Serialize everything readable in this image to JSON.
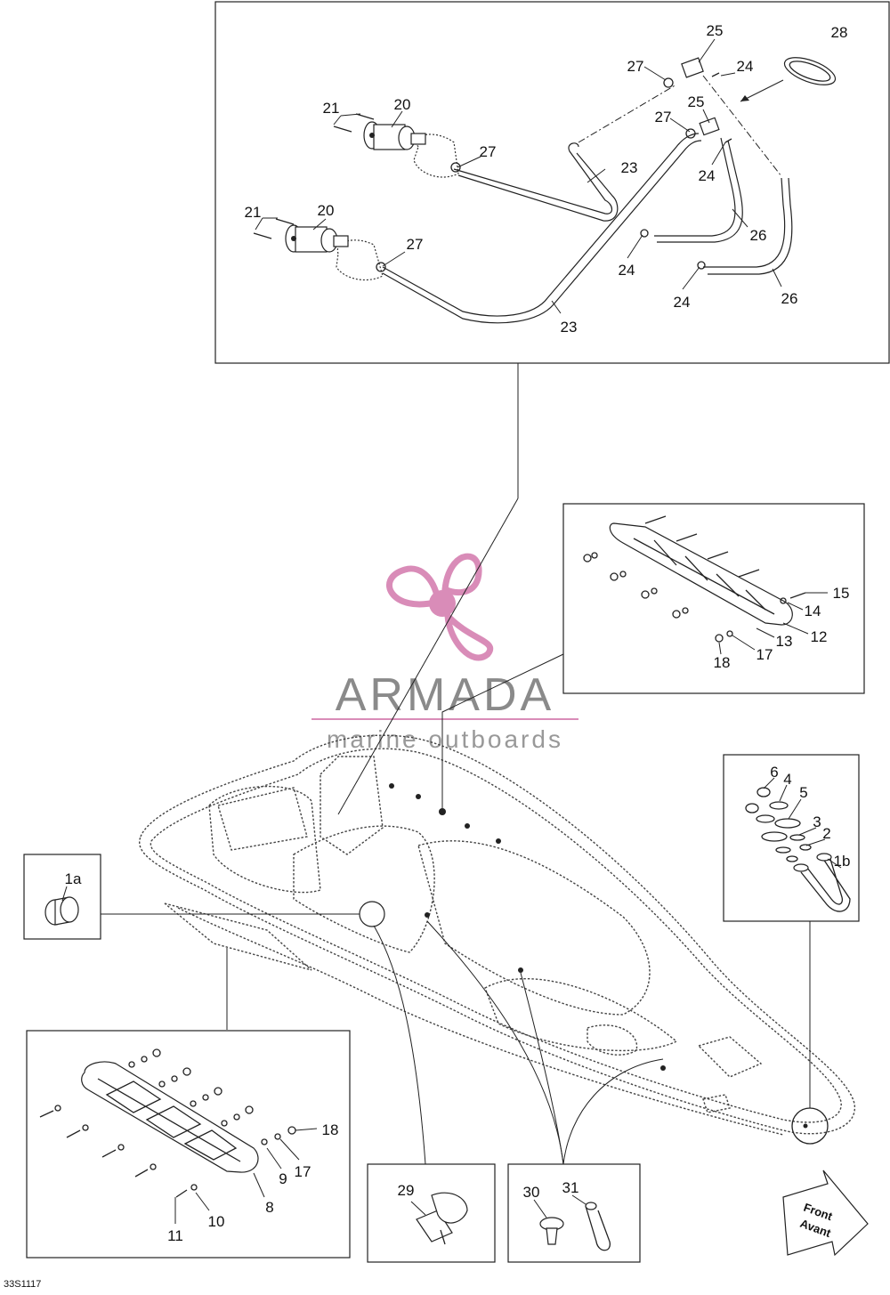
{
  "diagram": {
    "figure_code": "33S1117",
    "front_arrow": {
      "line1": "Front",
      "line2": "Avant"
    },
    "watermark": {
      "brand": "ARMADA",
      "tagline": "marine outboards",
      "color": "#d98cb8"
    },
    "labels": {
      "p1a": "1a",
      "p1b": "1b",
      "p2": "2",
      "p3": "3",
      "p4": "4",
      "p5": "5",
      "p6": "6",
      "p8": "8",
      "p9": "9",
      "p10": "10",
      "p11": "11",
      "p12": "12",
      "p13": "13",
      "p14": "14",
      "p15": "15",
      "p17a": "17",
      "p17b": "17",
      "p18a": "18",
      "p18b": "18",
      "p20a": "20",
      "p20b": "20",
      "p21a": "21",
      "p21b": "21",
      "p23a": "23",
      "p23b": "23",
      "p24a": "24",
      "p24b": "24",
      "p24c": "24",
      "p24d": "24",
      "p25a": "25",
      "p25b": "25",
      "p26a": "26",
      "p26b": "26",
      "p27a": "27",
      "p27b": "27",
      "p27c": "27",
      "p27d": "27",
      "p28": "28",
      "p29": "29",
      "p30": "30",
      "p31": "31"
    }
  }
}
